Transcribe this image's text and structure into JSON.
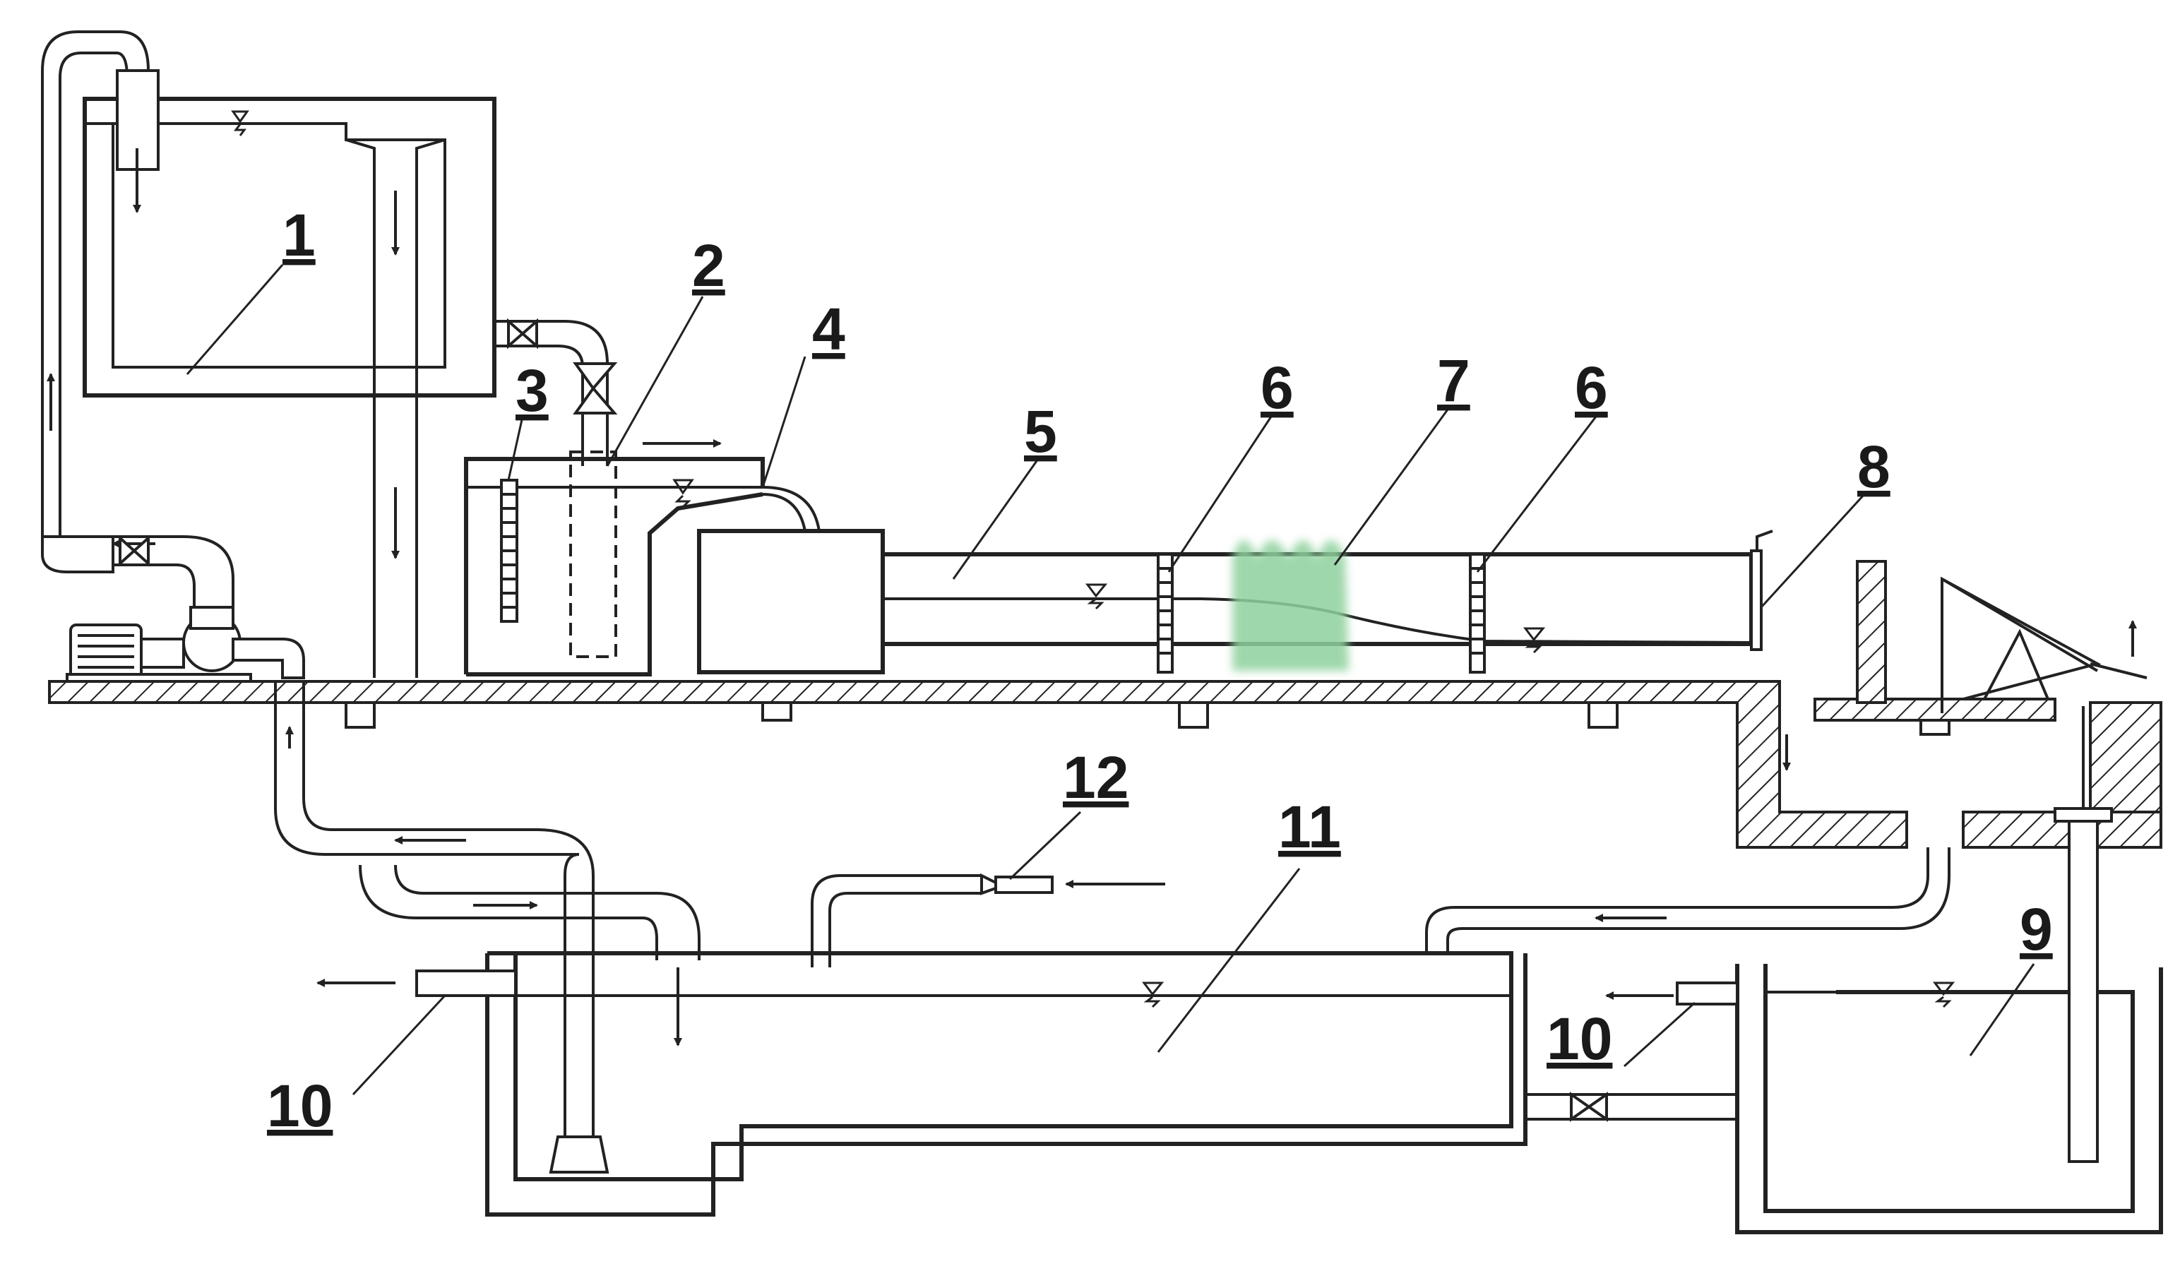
{
  "labels": {
    "l1": "1",
    "l2": "2",
    "l3": "3",
    "l4": "4",
    "l5": "5",
    "l6a": "6",
    "l6b": "6",
    "l7": "7",
    "l8": "8",
    "l9": "9",
    "l10a": "10",
    "l10b": "10",
    "l11": "11",
    "l12": "12"
  },
  "colors": {
    "ink": "#222222",
    "vegetation": "#8fd19e",
    "paper": "#ffffff"
  },
  "icons": {
    "water_level": "inverted-triangle-water-level-icon",
    "flow": "flow-arrow-icon",
    "valve": "butterfly-valve-icon",
    "pump": "pump-motor-icon"
  }
}
